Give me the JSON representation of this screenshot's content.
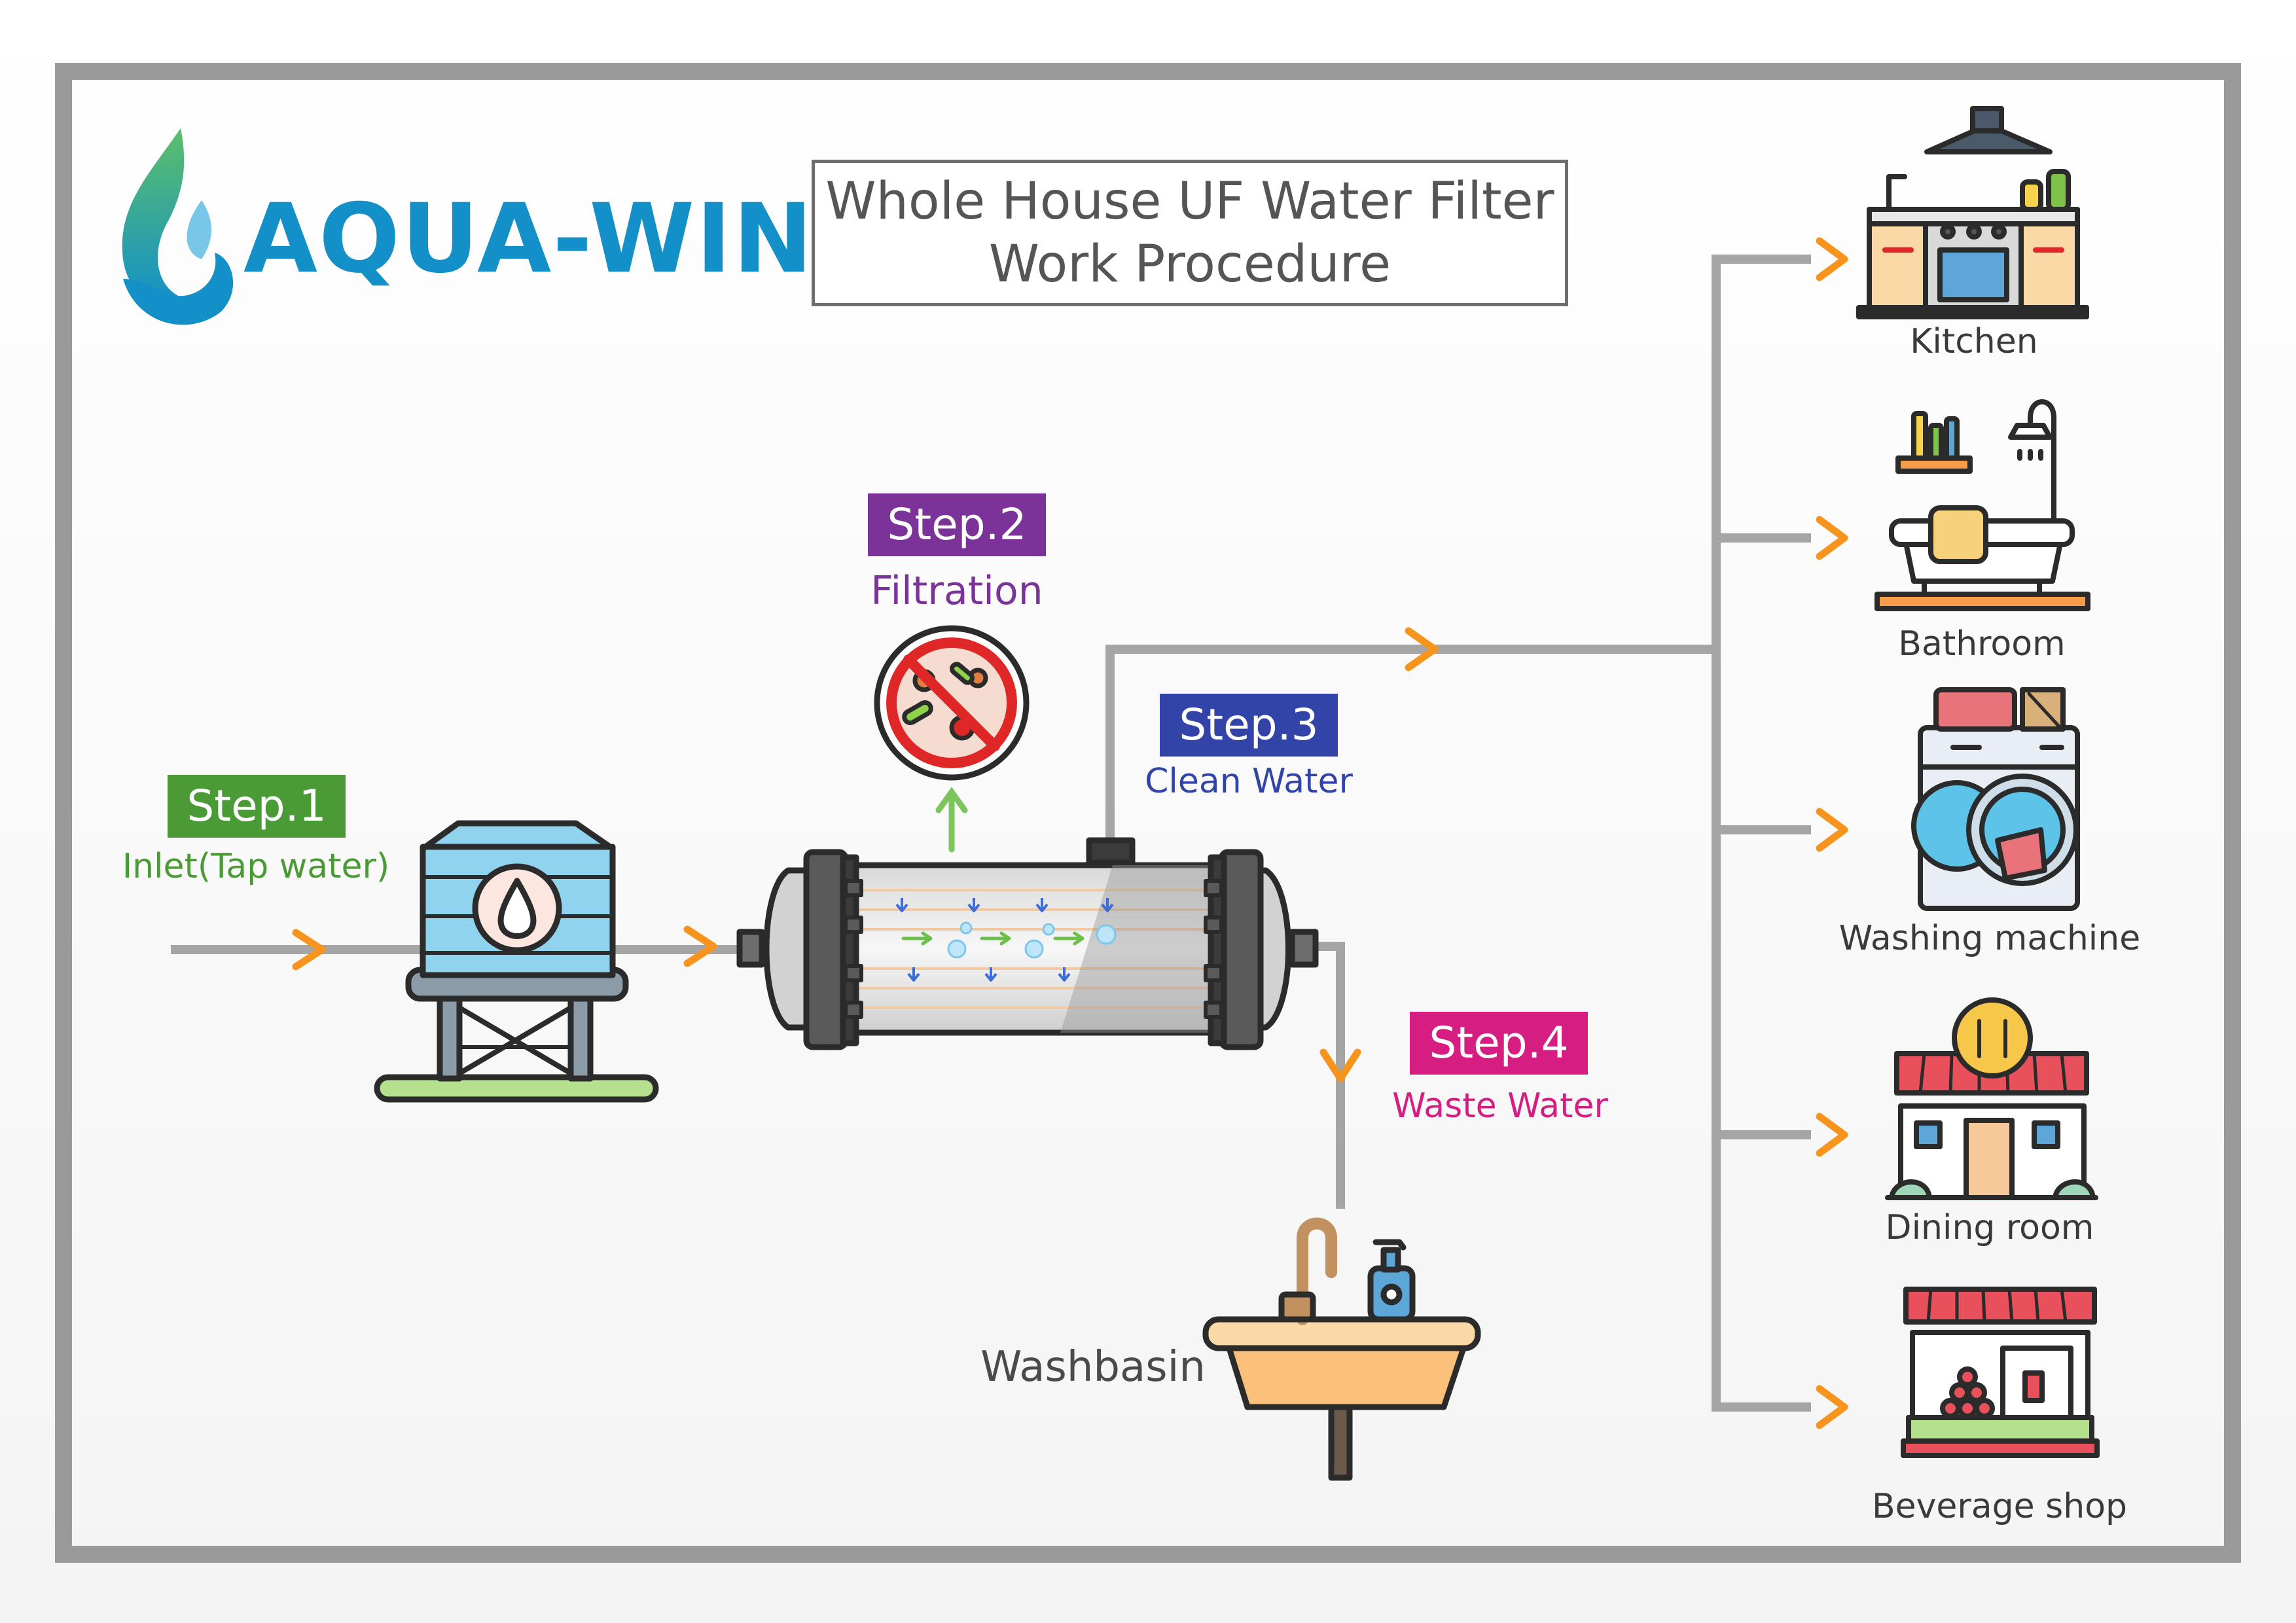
{
  "brand": {
    "name": "AQUA-WIN",
    "logo_icon": "water-drop-leaf-hand-icon",
    "color": "#1490c8"
  },
  "title": {
    "line1": "Whole House UF Water Filter",
    "line2": "Work Procedure"
  },
  "steps": [
    {
      "badge": "Step.1",
      "label": "Inlet(Tap water)",
      "color": "#4a9a35",
      "icon": "water-tower-icon"
    },
    {
      "badge": "Step.2",
      "label": "Filtration",
      "color": "#7b3399",
      "icon": "no-bacteria-icon"
    },
    {
      "badge": "Step.3",
      "label": "Clean Water",
      "color": "#3344a8",
      "icon": "uf-filter-housing-icon"
    },
    {
      "badge": "Step.4",
      "label": "Waste Water",
      "color": "#d61e82",
      "icon": "washbasin-icon"
    }
  ],
  "washbasin_label": "Washbasin",
  "destinations": [
    {
      "label": "Kitchen",
      "icon": "kitchen-icon"
    },
    {
      "label": "Bathroom",
      "icon": "bathroom-icon"
    },
    {
      "label": "Washing machine",
      "icon": "washing-machine-icon"
    },
    {
      "label": "Dining room",
      "icon": "dining-room-icon"
    },
    {
      "label": "Beverage shop",
      "icon": "beverage-shop-icon"
    }
  ],
  "colors": {
    "pipe": "#a5a5a5",
    "arrow": "#f7941d",
    "frame": "#9a9a9a",
    "outline": "#2b2b2b"
  }
}
